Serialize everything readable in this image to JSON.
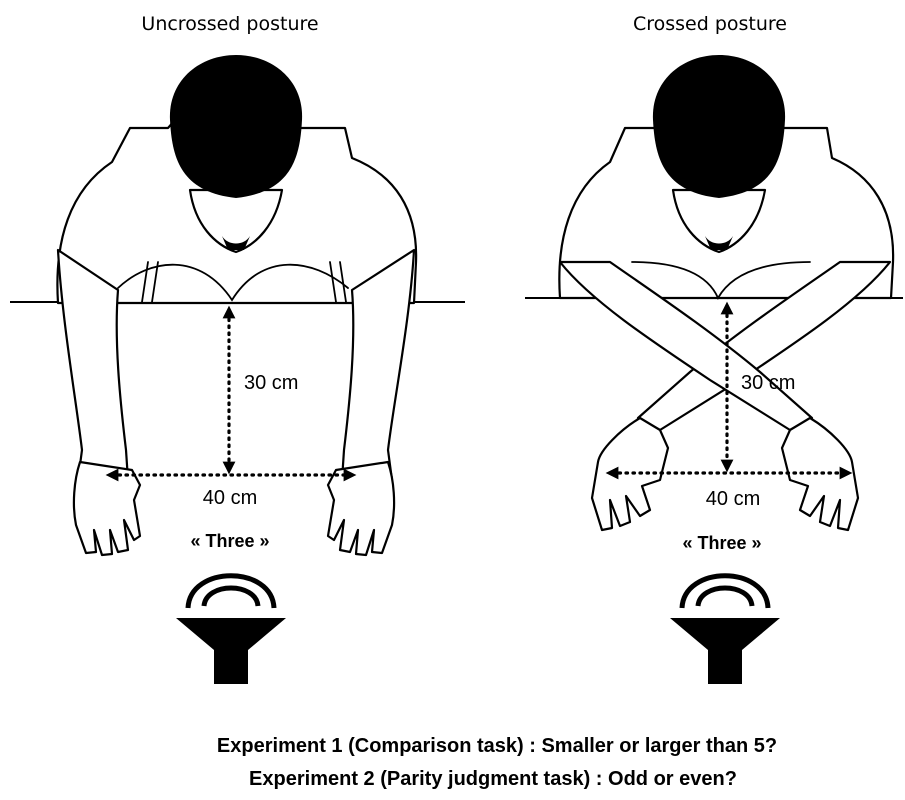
{
  "panels": {
    "uncrossed": {
      "title": "Uncrossed posture",
      "vertical_distance": "30 cm",
      "horizontal_distance": "40 cm",
      "spoken_number": "« Three »"
    },
    "crossed": {
      "title": "Crossed posture",
      "vertical_distance": "30 cm",
      "horizontal_distance": "40 cm",
      "spoken_number": "« Three »"
    }
  },
  "captions": {
    "experiment1": "Experiment 1 (Comparison task) : Smaller or larger than 5?",
    "experiment2": "Experiment 2 (Parity judgment task) : Odd or even?"
  },
  "icons": [
    "speaker-icon",
    "sound-wave-icon",
    "head-icon"
  ],
  "colors": {
    "ink": "#000000",
    "paper": "#ffffff"
  }
}
